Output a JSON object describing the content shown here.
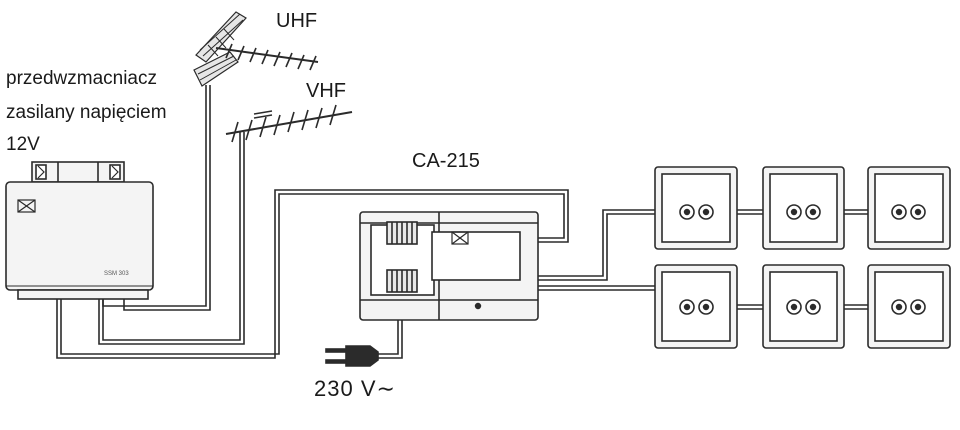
{
  "labels": {
    "preamp_line1": "przedwzmacniacz",
    "preamp_line2": "zasilany napięciem",
    "preamp_line3": "12V",
    "uhf": "UHF",
    "vhf": "VHF",
    "amplifier": "CA-215",
    "mains": "230 V∼",
    "preamp_model": "SSM 303"
  },
  "outlet_count": 6,
  "colors": {
    "line": "#2b2b2b",
    "fill": "#f4f4f4",
    "background": "#ffffff"
  }
}
